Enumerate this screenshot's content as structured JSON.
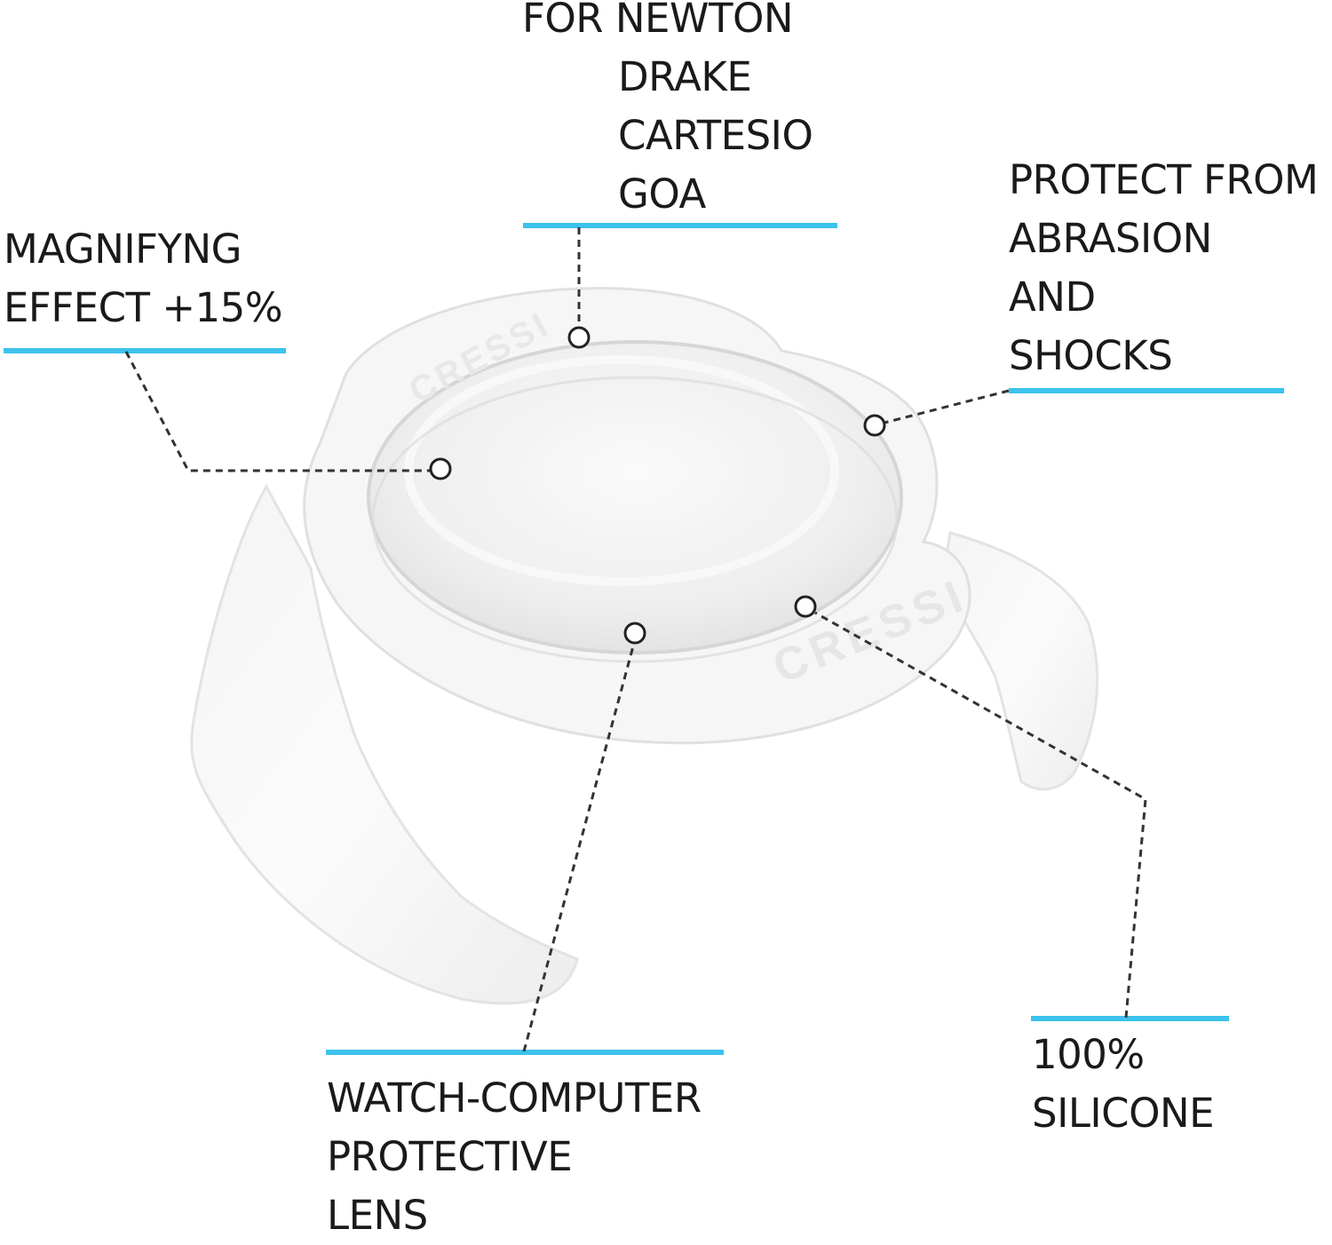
{
  "accent_color": "#3cc2ec",
  "leader_color": "#333333",
  "product": {
    "logo_text_ring": "CRESSI",
    "logo_text_top": "CRESSI"
  },
  "callouts": {
    "magnifying": {
      "lines": [
        "MAGNIFYNG",
        "EFFECT +15%"
      ]
    },
    "models": {
      "lines": [
        "FOR NEWTON",
        "DRAKE",
        "CARTESIO",
        "GOA"
      ]
    },
    "protect": {
      "lines": [
        "PROTECT FROM",
        "ABRASION",
        "AND",
        "SHOCKS"
      ]
    },
    "lens": {
      "lines": [
        "WATCH-COMPUTER",
        "PROTECTIVE",
        "LENS"
      ]
    },
    "silicone": {
      "lines": [
        "100%",
        "SILICONE"
      ]
    }
  }
}
